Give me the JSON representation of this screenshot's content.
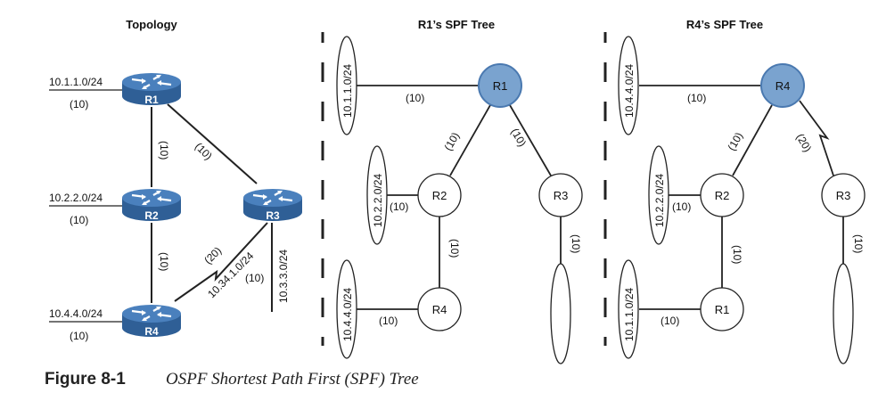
{
  "topology": {
    "title": "Topology",
    "routers": [
      {
        "name": "R1"
      },
      {
        "name": "R2"
      },
      {
        "name": "R3"
      },
      {
        "name": "R4"
      }
    ],
    "stubs": [
      {
        "network": "10.1.1.0/24",
        "cost": "(10)"
      },
      {
        "network": "10.2.2.0/24",
        "cost": "(10)"
      },
      {
        "network": "10.4.4.0/24",
        "cost": "(10)"
      },
      {
        "network": "10.3.3.0/24",
        "cost": "(10)"
      }
    ],
    "links": [
      {
        "from": "R1",
        "to": "R2",
        "cost": "(10)"
      },
      {
        "from": "R1",
        "to": "R3",
        "cost": "(10)"
      },
      {
        "from": "R2",
        "to": "R4",
        "cost": "(10)"
      },
      {
        "from": "R4",
        "to": "R3",
        "cost": "(20)",
        "network": "10.34.1.0/24",
        "serial": true
      }
    ]
  },
  "r1_tree": {
    "title": "R1’s SPF Tree",
    "root": "R1",
    "nodes": [
      "R1",
      "R2",
      "R3",
      "R4"
    ],
    "networks": [
      "10.1.1.0/24",
      "10.2.2.0/24",
      "10.4.4.0/24"
    ],
    "costs": {
      "r1_net": "(10)",
      "r1_r2": "(10)",
      "r1_r3": "(10)",
      "r2_net": "(10)",
      "r2_r4": "(10)",
      "r4_net": "(10)",
      "r3_net": "(10)"
    }
  },
  "r4_tree": {
    "title": "R4’s SPF Tree",
    "root": "R4",
    "nodes": [
      "R4",
      "R2",
      "R3",
      "R1"
    ],
    "networks": [
      "10.4.4.0/24",
      "10.2.2.0/24",
      "10.1.1.0/24"
    ],
    "costs": {
      "r4_net": "(10)",
      "r4_r2": "(10)",
      "r4_r3": "(20)",
      "r2_net": "(10)",
      "r2_r1": "(10)",
      "r1_net": "(10)",
      "r3_net": "(10)"
    }
  },
  "caption": {
    "figure_label": "Figure 8-1",
    "text": "OSPF Shortest Path First (SPF) Tree"
  },
  "colors": {
    "router_blue": "#3a6ea8",
    "root_node_fill": "#7aa3cf",
    "root_node_stroke": "#4a79b0"
  }
}
